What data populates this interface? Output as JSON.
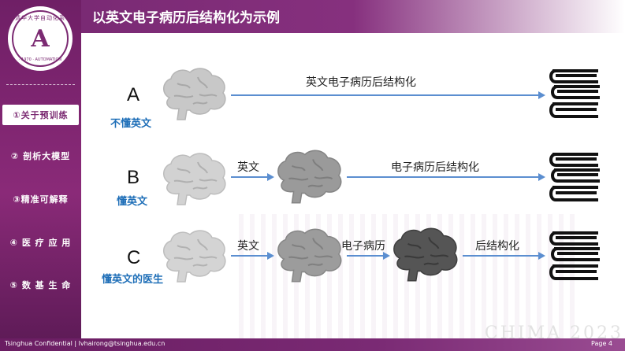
{
  "header": {
    "title": "以英文电子病历后结构化为示例"
  },
  "logo": {
    "letter": "A",
    "ring_text": "清华大学自动化系",
    "ring_text_bottom": "· 1970 · AUTOMATION"
  },
  "sidebar": {
    "items": [
      {
        "label": "①关于预训练",
        "active": true
      },
      {
        "label": "② 剖析大模型",
        "active": false
      },
      {
        "label": "③精准可解释",
        "active": false
      },
      {
        "label": "④ 医 疗 应 用",
        "active": false
      },
      {
        "label": "⑤ 数 基 生 命",
        "active": false
      }
    ]
  },
  "rows": [
    {
      "letter": "A",
      "caption": "不懂英文",
      "labels": [
        "英文电子病历后结构化"
      ]
    },
    {
      "letter": "B",
      "caption": "懂英文",
      "labels": [
        "英文",
        "电子病历后结构化"
      ]
    },
    {
      "letter": "C",
      "caption": "懂英文的医生",
      "labels": [
        "英文",
        "电子病历",
        "后结构化"
      ]
    }
  ],
  "watermark": "CHIMA 2023",
  "footer": {
    "left": "Tsinghua Confidential | lvhairong@tsinghua.edu.cn",
    "right": "Page 4"
  },
  "colors": {
    "brand": "#7a2a74",
    "accent": "#1f6fb8",
    "arrow": "#5b8ed0"
  }
}
